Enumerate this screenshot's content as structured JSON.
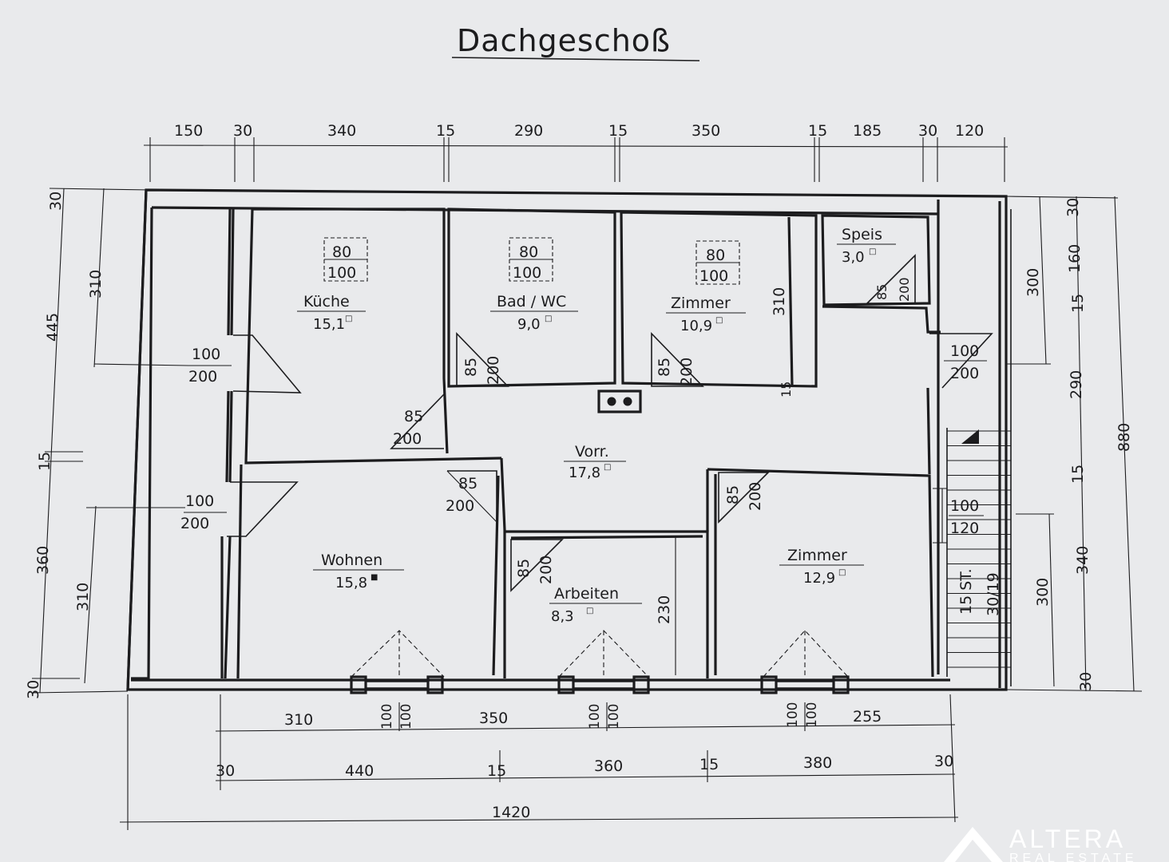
{
  "title": "Dachgeschoß",
  "dims_top": [
    "150",
    "30",
    "340",
    "15",
    "290",
    "15",
    "350",
    "15",
    "185",
    "30",
    "120"
  ],
  "dims_left": {
    "total_upper": "445",
    "upper_inner": "310",
    "sep": "15",
    "total_lower": "360",
    "lower_inner": "310",
    "bottom_wall": "30",
    "top_wall": "30"
  },
  "dims_right": {
    "top_wall": "30",
    "speis": "160",
    "sep": "15",
    "upper": "290",
    "stair_upper": "300",
    "sep2": "15",
    "lower": "340",
    "stair_lower": "300",
    "bottom_wall": "30",
    "total": "880"
  },
  "dims_bottom_row1": [
    "310",
    "350",
    "255"
  ],
  "dims_bottom_row2": [
    "30",
    "440",
    "15",
    "360",
    "15",
    "380",
    "30"
  ],
  "dims_total": "1420",
  "rooms": {
    "kueche": {
      "name": "Küche",
      "area": "15,1"
    },
    "bad": {
      "name": "Bad / WC",
      "area": "9,0"
    },
    "zimmer1": {
      "name": "Zimmer",
      "area": "10,9"
    },
    "speis": {
      "name": "Speis",
      "area": "3,0"
    },
    "vorr": {
      "name": "Vorr.",
      "area": "17,8"
    },
    "wohnen": {
      "name": "Wohnen",
      "area": "15,8"
    },
    "arbeiten": {
      "name": "Arbeiten",
      "area": "8,3"
    },
    "zimmer2": {
      "name": "Zimmer",
      "area": "12,9"
    }
  },
  "window_tag": {
    "top": "80",
    "bottom": "100"
  },
  "doors": {
    "d100_200": {
      "top": "100",
      "bottom": "200"
    },
    "d85_200": {
      "top": "85",
      "bottom": "200"
    },
    "d100_120": {
      "top": "100",
      "bottom": "120"
    }
  },
  "wall_heights": {
    "zimmer1": "310",
    "arbeiten": "230",
    "misc": "15"
  },
  "stairs": {
    "steps": "15 ST.",
    "size": "30/19"
  },
  "window_bottom": "100",
  "logo": {
    "name": "ALTERA",
    "sub": "REAL ESTATE"
  }
}
